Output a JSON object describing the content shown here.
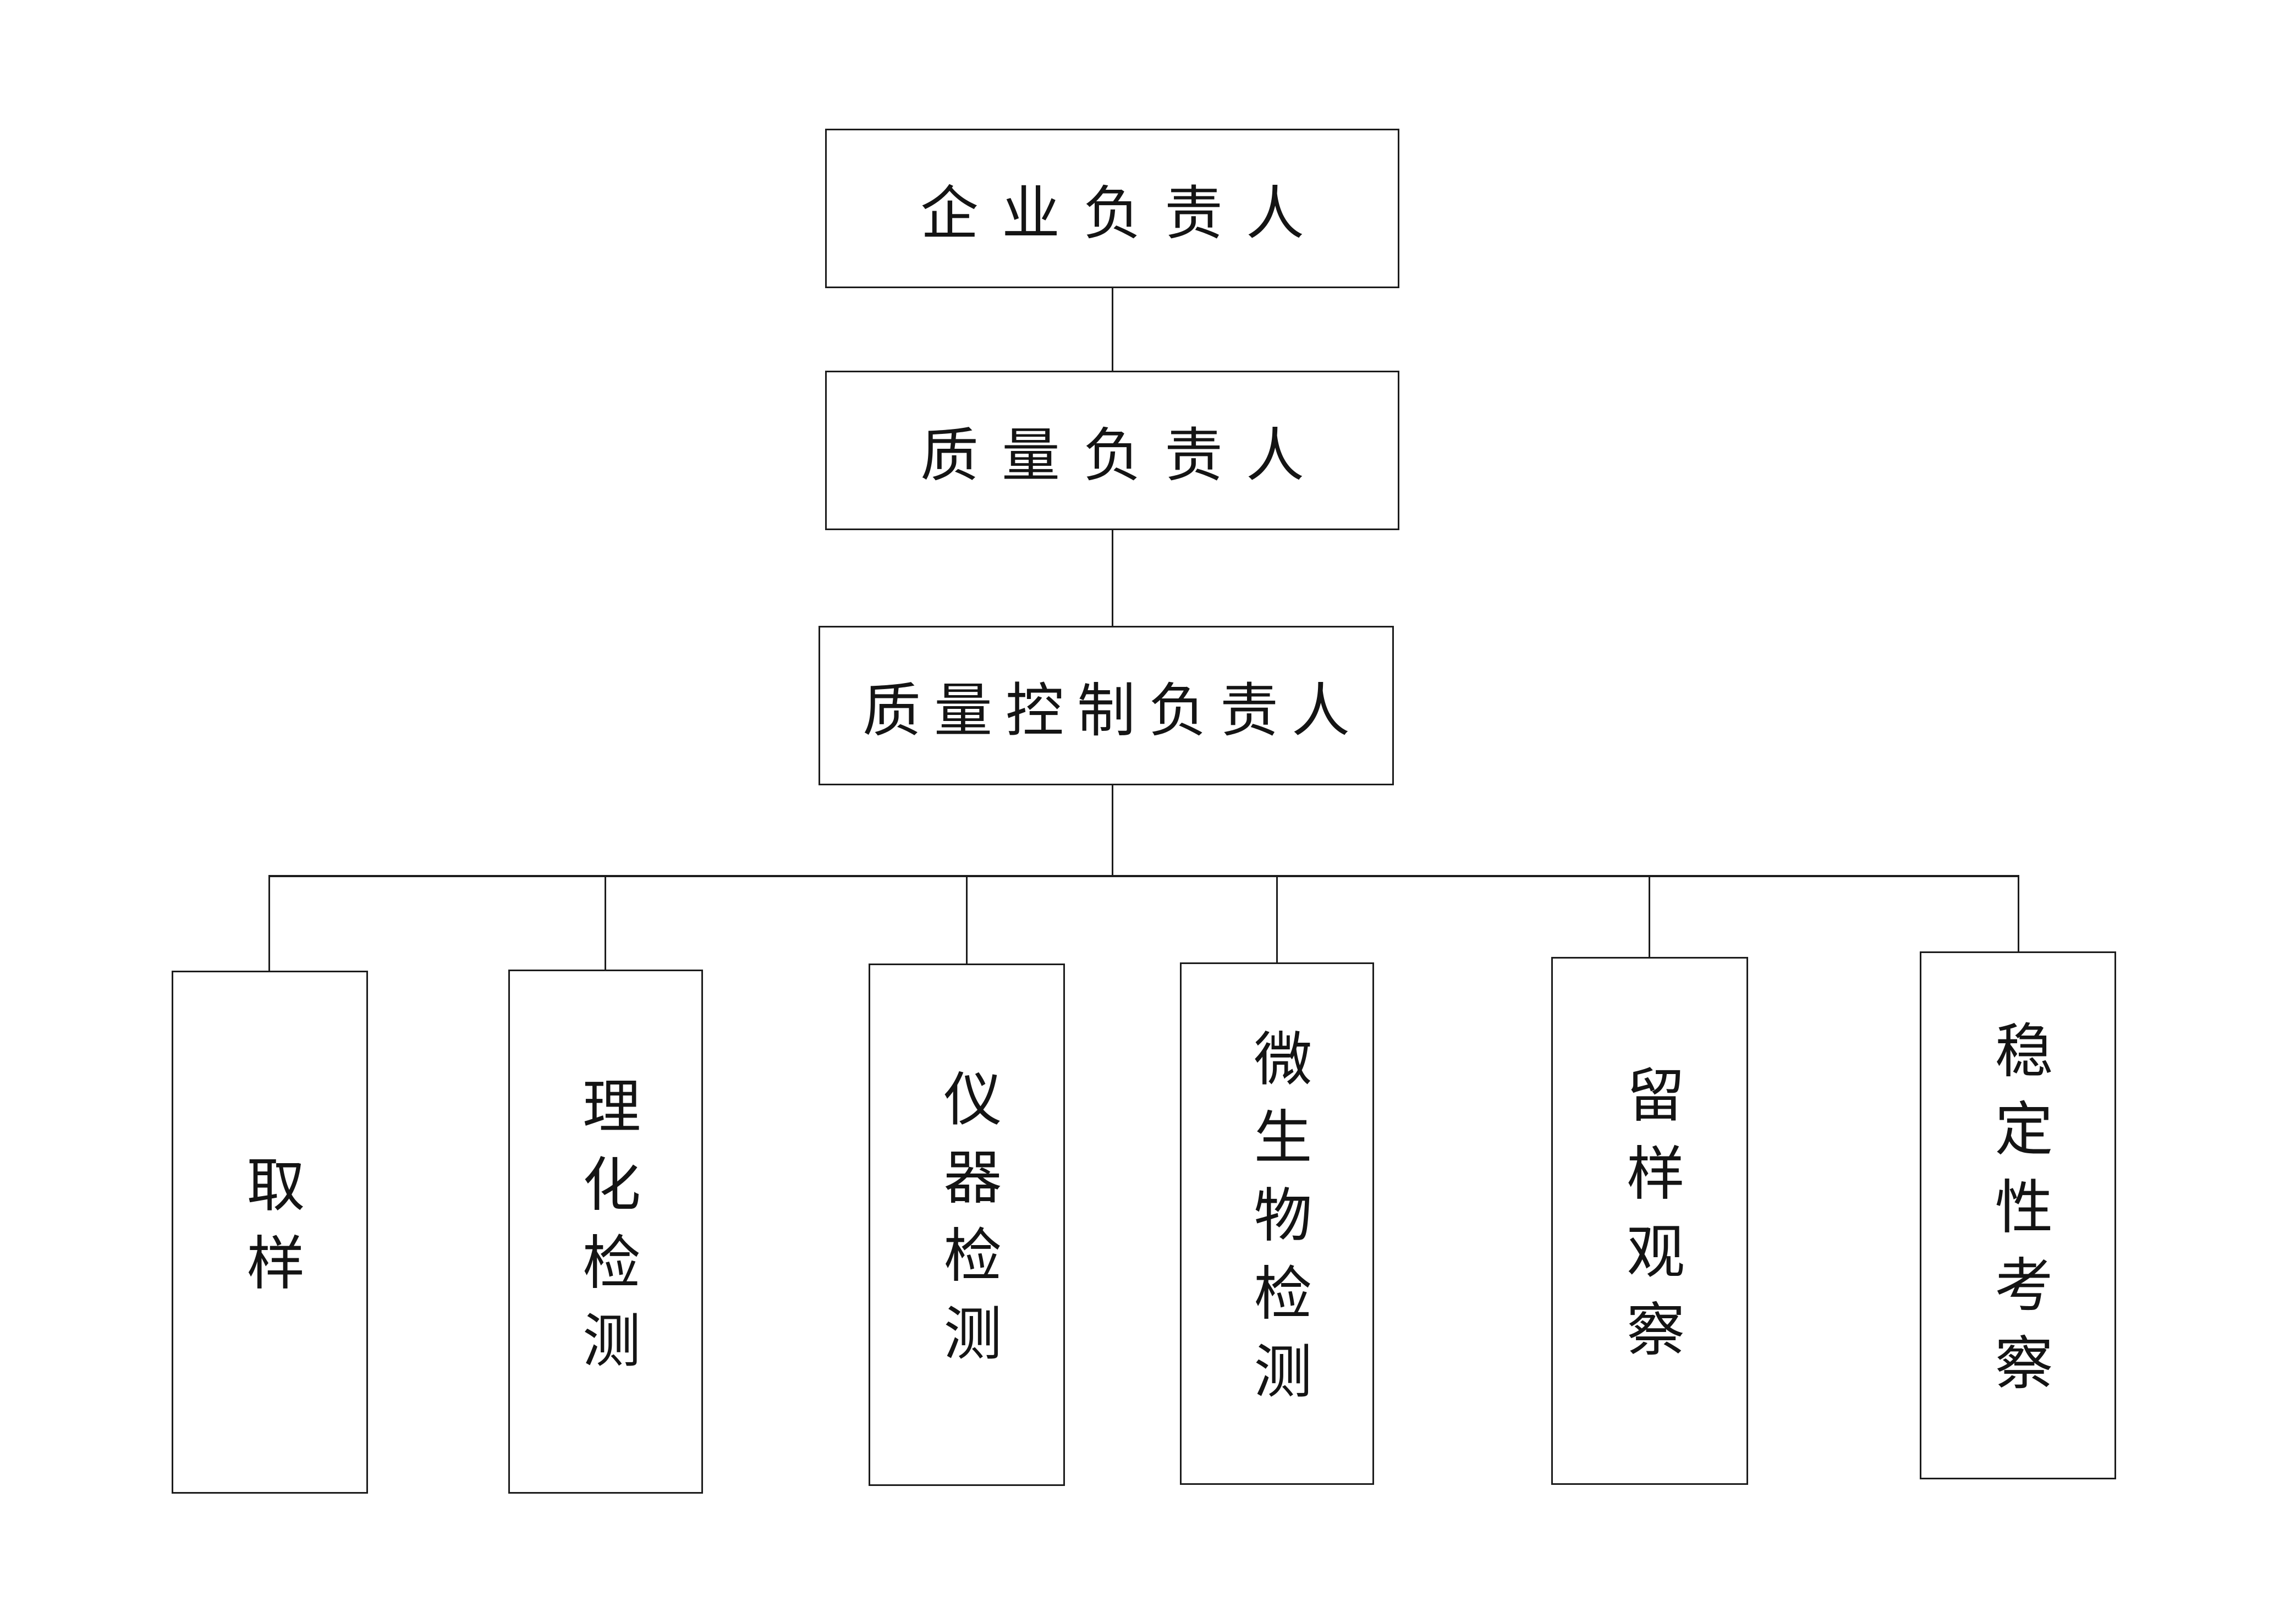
{
  "diagram": {
    "type": "org-chart",
    "levels": {
      "level1": {
        "label": "企业负责人"
      },
      "level2": {
        "label": "质量负责人"
      },
      "level3": {
        "label": "质量控制负责人"
      }
    },
    "departments": [
      {
        "label": "取样"
      },
      {
        "label": "理化检测"
      },
      {
        "label": "仪器检测"
      },
      {
        "label": "微生物检测"
      },
      {
        "label": "留样观察"
      },
      {
        "label": "稳定性考察"
      }
    ],
    "colors": {
      "line": "#1c1c1c",
      "text": "#141414",
      "background": "#ffffff"
    }
  }
}
